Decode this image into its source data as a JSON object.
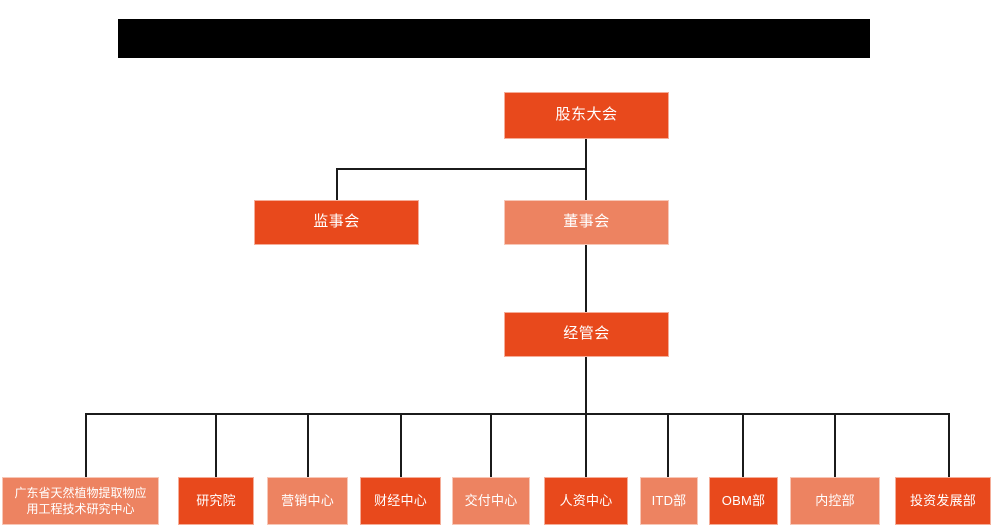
{
  "banner": {
    "name": "redacted-title-banner",
    "text": "",
    "color": "#000000"
  },
  "palette": {
    "dark_orange": "#E8491C",
    "light_orange": "#ED8361",
    "line": "#1b1b1b",
    "background": "#FFFFFF",
    "text": "#FFFFFF"
  },
  "chart_data": {
    "type": "diagram",
    "subtype": "org-chart",
    "title": "",
    "levels": [
      {
        "level": 1,
        "nodes": [
          {
            "id": "shareholders",
            "label": "股东大会",
            "shade": "dark"
          }
        ]
      },
      {
        "level": 2,
        "nodes": [
          {
            "id": "supervisors",
            "label": "监事会",
            "shade": "dark"
          },
          {
            "id": "directors",
            "label": "董事会",
            "shade": "light"
          }
        ]
      },
      {
        "level": 3,
        "nodes": [
          {
            "id": "management",
            "label": "经管会",
            "shade": "dark"
          }
        ]
      },
      {
        "level": 4,
        "nodes": [
          {
            "id": "gd-research-center",
            "label": "广东省天然植物提取物应用工程技术研究中心",
            "label_line1": "广东省天然植物提取物应",
            "label_line2": "用工程技术研究中心",
            "shade": "light"
          },
          {
            "id": "research-institute",
            "label": "研究院",
            "shade": "dark"
          },
          {
            "id": "marketing-center",
            "label": "营销中心",
            "shade": "light"
          },
          {
            "id": "finance-center",
            "label": "财经中心",
            "shade": "dark"
          },
          {
            "id": "delivery-center",
            "label": "交付中心",
            "shade": "light"
          },
          {
            "id": "hr-center",
            "label": "人资中心",
            "shade": "dark"
          },
          {
            "id": "itd-dept",
            "label": "ITD部",
            "shade": "light"
          },
          {
            "id": "obm-dept",
            "label": "OBM部",
            "shade": "dark"
          },
          {
            "id": "internal-control-dept",
            "label": "内控部",
            "shade": "light"
          },
          {
            "id": "investment-development-dept",
            "label": "投资发展部",
            "shade": "dark"
          }
        ]
      }
    ],
    "edges": [
      {
        "from": "shareholders",
        "to": "supervisors"
      },
      {
        "from": "shareholders",
        "to": "directors"
      },
      {
        "from": "directors",
        "to": "management"
      },
      {
        "from": "management",
        "to": "gd-research-center"
      },
      {
        "from": "management",
        "to": "research-institute"
      },
      {
        "from": "management",
        "to": "marketing-center"
      },
      {
        "from": "management",
        "to": "finance-center"
      },
      {
        "from": "management",
        "to": "delivery-center"
      },
      {
        "from": "management",
        "to": "hr-center"
      },
      {
        "from": "management",
        "to": "itd-dept"
      },
      {
        "from": "management",
        "to": "obm-dept"
      },
      {
        "from": "management",
        "to": "internal-control-dept"
      },
      {
        "from": "management",
        "to": "investment-development-dept"
      }
    ]
  }
}
